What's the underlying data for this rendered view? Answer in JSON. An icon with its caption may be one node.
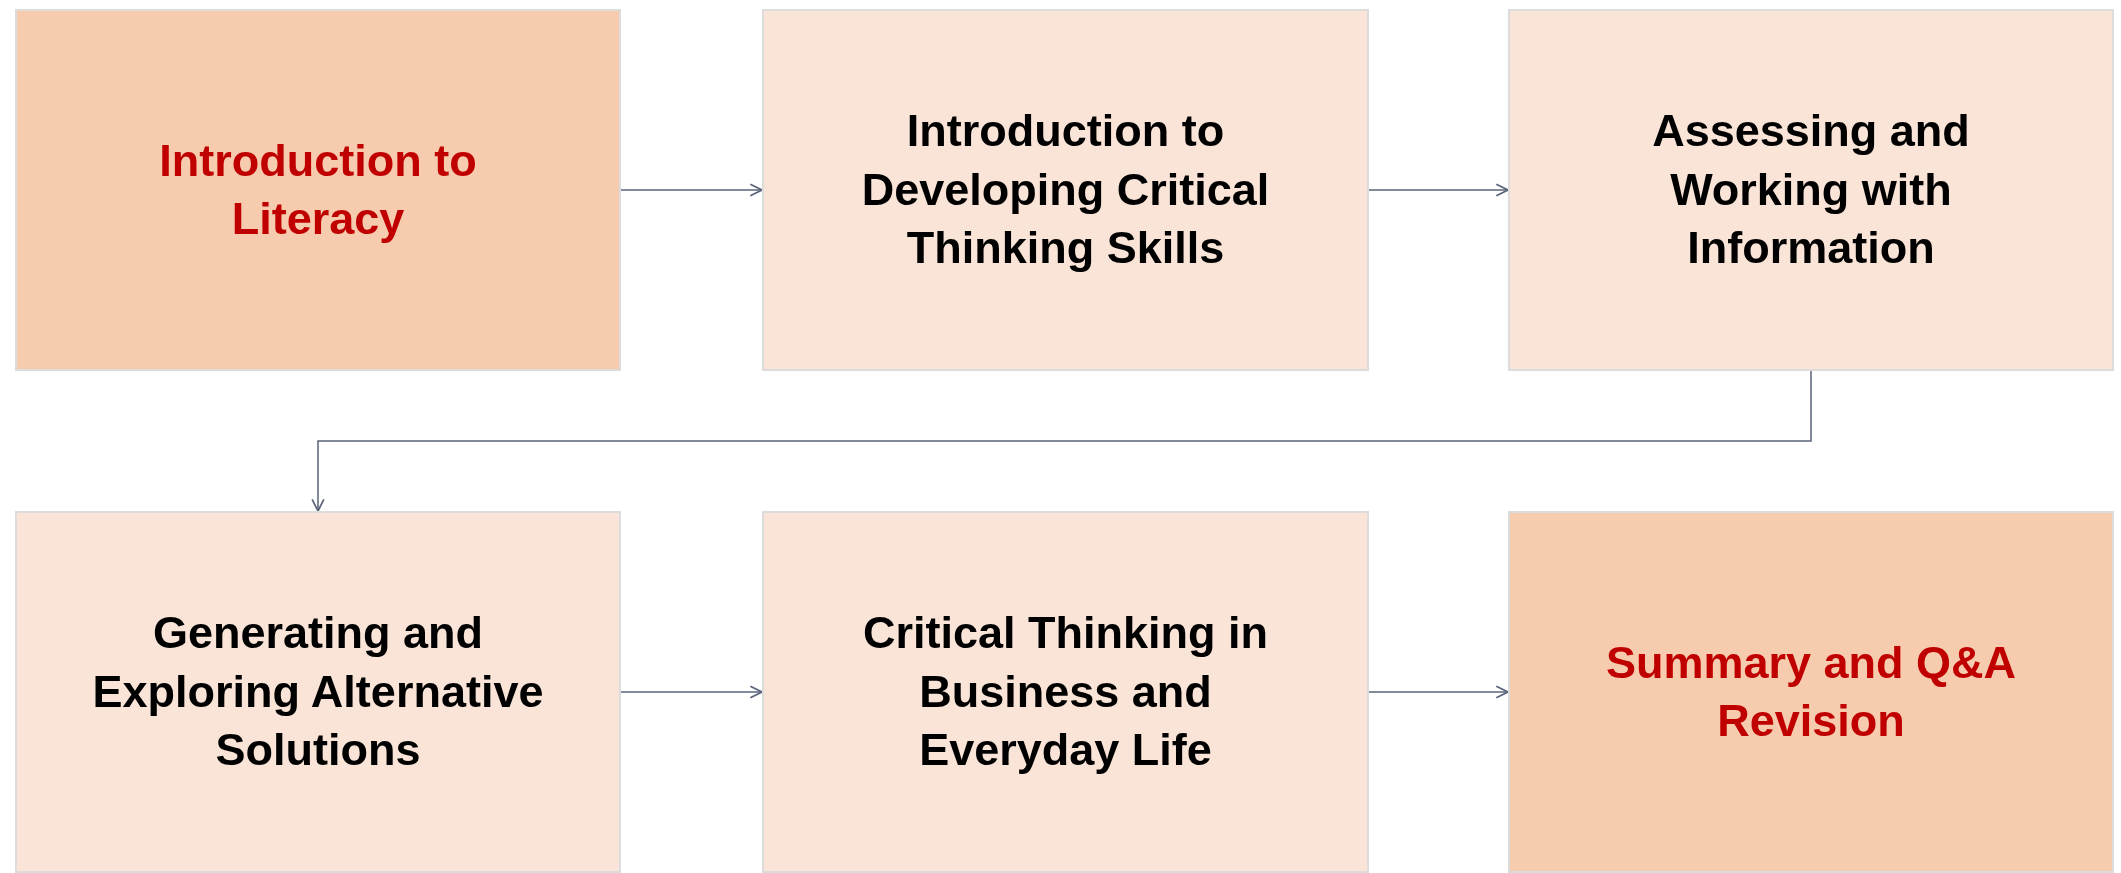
{
  "diagram": {
    "nodes": [
      {
        "text": [
          "Introduction to Literacy"
        ]
      },
      {
        "text": [
          "Introduction to Developing Critical Thinking Skills"
        ]
      },
      {
        "text": [
          "Assessing and Working with Information"
        ]
      },
      {
        "text": [
          "Generating and Exploring Alternative Solutions"
        ]
      },
      {
        "text": [
          "Critical Thinking in Business and Everyday Life"
        ]
      },
      {
        "text": [
          "Summary and Q&A Revision"
        ]
      }
    ],
    "edges": [
      {
        "from": 0,
        "to": 1,
        "arrow": "to"
      },
      {
        "from": 1,
        "to": 2,
        "arrow": "to"
      },
      {
        "from": 2,
        "to": 3,
        "arrow": "to"
      },
      {
        "from": 3,
        "to": 4,
        "arrow": "to"
      },
      {
        "from": 4,
        "to": 5,
        "arrow": "to"
      }
    ]
  }
}
